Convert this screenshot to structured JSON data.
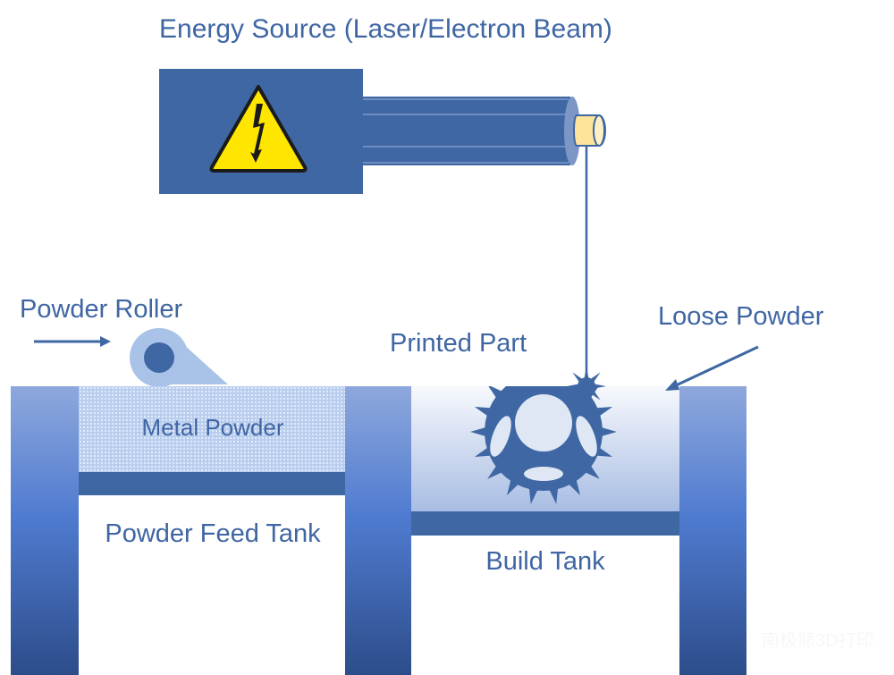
{
  "title": "Energy Source (Laser/Electron Beam)",
  "labels": {
    "powder_roller": "Powder Roller",
    "printed_part": "Printed Part",
    "loose_powder": "Loose Powder",
    "metal_powder": "Metal Powder",
    "powder_feed_tank": "Powder Feed Tank",
    "build_tank": "Build Tank"
  },
  "watermark": "南极熊3D打印",
  "icons": {
    "energy_source": "high-voltage-warning-icon",
    "beam_nozzle": "cylinder-nozzle",
    "melt_spot": "sun-burst-icon",
    "printed_part": "sprocket-gear-icon",
    "roller": "roller-icon"
  },
  "colors": {
    "primary_blue": "#3f66a3",
    "wall_top": "#8ea8dc",
    "wall_bottom": "#2d4d8a",
    "light_blue": "#a9c3e8",
    "warning_yellow": "#ffe600",
    "nozzle_yellow": "#fde49a",
    "text": "#3f66a3"
  }
}
